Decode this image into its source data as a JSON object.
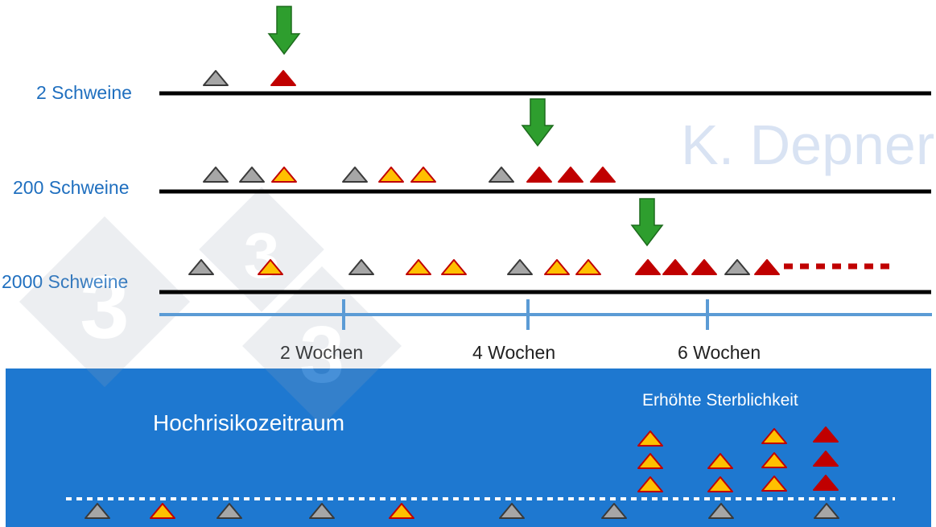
{
  "colors": {
    "gray_triangle": "#a6a6a6",
    "yellow_triangle": "#ffc000",
    "triangle_outline_red": "#c00000",
    "red_triangle": "#c00000",
    "arrow": "#2e9e2e",
    "label_blue": "#1f6fbf",
    "panel": "#1e78d0",
    "axis_line": "#5b9bd5"
  },
  "rows": [
    {
      "label": "2 Schweine"
    },
    {
      "label": "200 Schweine"
    },
    {
      "label": "2000 Schweine"
    }
  ],
  "axis": {
    "ticks": [
      "2 Wochen",
      "4 Wochen",
      "6 Wochen"
    ]
  },
  "panel": {
    "title": "Hochrisikozeitraum",
    "note": "Erhöhte Sterblichkeit"
  },
  "watermark": "K. Depner",
  "logo_text": "333"
}
